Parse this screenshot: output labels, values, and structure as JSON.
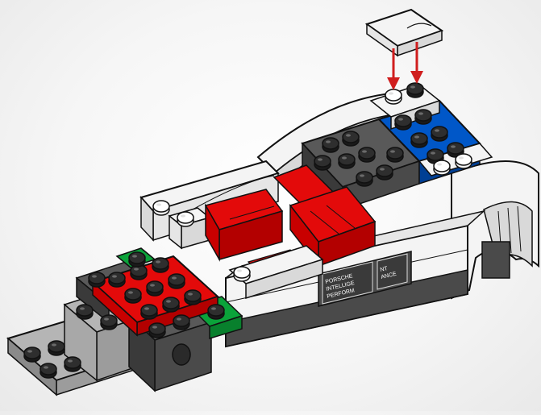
{
  "illustration": {
    "kind": "lego-building-instruction-step",
    "subject": "car-chassis-assembly",
    "callout_arrows": 2,
    "side_panel_print": {
      "left_text": "PORSCHE\nINTELLIGE\nPERFORM",
      "right_text": "NT\nANCE"
    }
  },
  "colors": {
    "white_brick": "#f4f4f4",
    "white_shade": "#d9d9d9",
    "dark_grey": "#4a4a4a",
    "dark_grey_top": "#595959",
    "light_grey": "#9c9c9c",
    "light_grey_top": "#b5b5b5",
    "red": "#e30a0a",
    "red_shade": "#b30000",
    "blue": "#0057c8",
    "blue_shade": "#003f94",
    "green": "#0ba33a",
    "black_stud": "#1a1a1a",
    "arrow": "#d01e1e",
    "outline": "#111111"
  }
}
